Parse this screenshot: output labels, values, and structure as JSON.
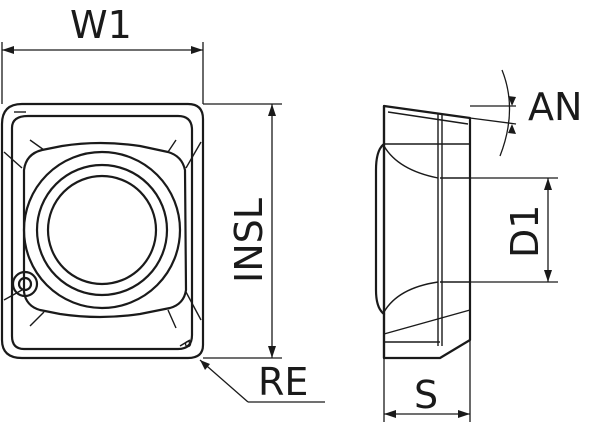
{
  "labels": {
    "w1": "W1",
    "insl": "INSL",
    "re": "RE",
    "an": "AN",
    "d1": "D1",
    "s": "S"
  },
  "colors": {
    "line": "#1a1a1a",
    "background": "#ffffff"
  }
}
